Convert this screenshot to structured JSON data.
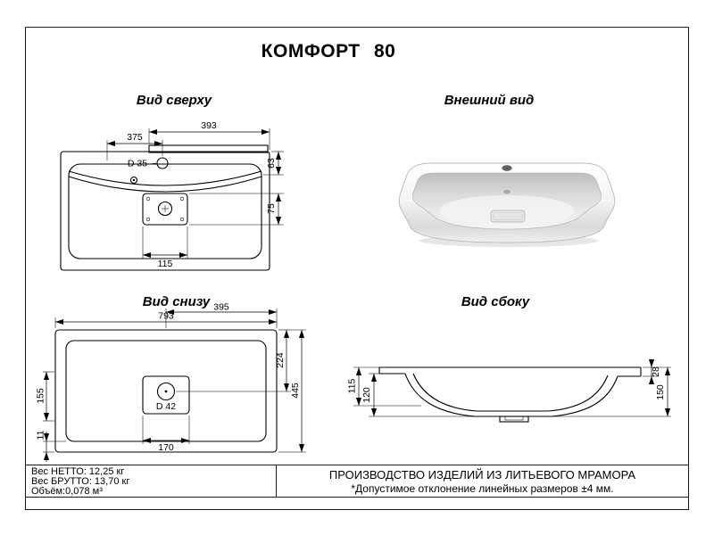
{
  "title": "КОМФОРТ 80",
  "views": {
    "top_view": {
      "label": "Вид сверху",
      "dims": {
        "ledge_width": "393",
        "faucet_offset": "375",
        "edge_depth": "63",
        "faucet_hole_diameter": "D 35",
        "plate_height": "75",
        "plate_width": "115"
      }
    },
    "external_view": {
      "label": "Внешний вид"
    },
    "bottom_view": {
      "label": "Вид снизу",
      "dims": {
        "overall_width": "793",
        "half_width": "395",
        "drain_from_back": "224",
        "side_offset": "155",
        "drain_hole_diameter": "D 42",
        "rim_thickness": "11",
        "drain_box_width": "170",
        "overall_depth": "445"
      }
    },
    "side_view": {
      "label": "Вид сбоку",
      "dims": {
        "bowl_inner_depth": "115",
        "bowl_outer_depth": "120",
        "edge_height": "28",
        "overall_height": "150"
      }
    }
  },
  "footer": {
    "net_weight": "Вес НЕТТО: 12,25 кг",
    "gross_weight": "Вес БРУТТО: 13,70 кг",
    "volume": "Объём:0,078 м³",
    "production_note": "ПРОИЗВОДСТВО ИЗДЕЛИЙ ИЗ ЛИТЬЕВОГО МРАМОРА",
    "tolerance_note": "*Допустимое отклонение линейных размеров ±4 мм."
  },
  "colors": {
    "line": "#000000",
    "background": "#ffffff"
  }
}
